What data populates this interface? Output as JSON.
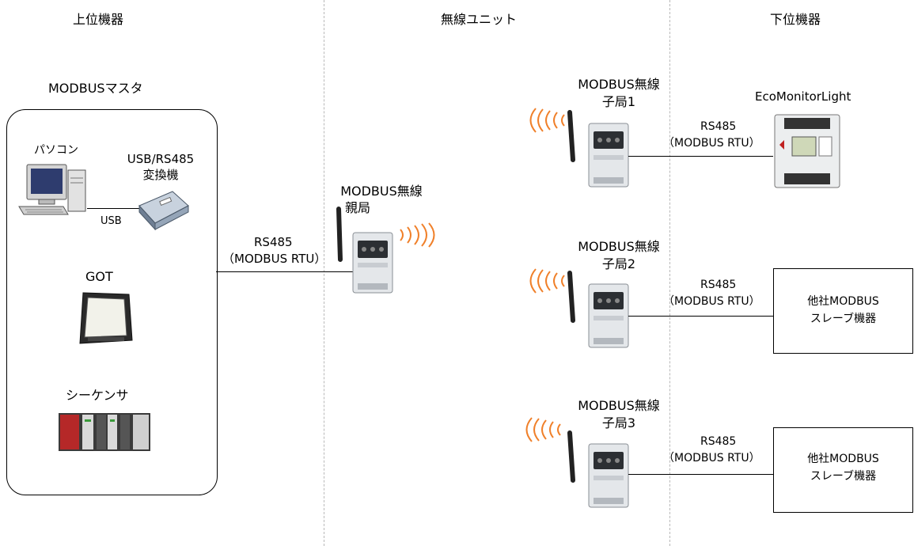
{
  "headers": {
    "host": "上位機器",
    "wireless": "無線ユニット",
    "lower": "下位機器"
  },
  "master": {
    "title": "MODBUSマスタ",
    "pc_label": "パソコン",
    "converter_line1": "USB/RS485",
    "converter_line2": "変換機",
    "usb_label": "USB",
    "got_label": "GOT",
    "plc_label": "シーケンサ"
  },
  "parent_unit": {
    "line1": "MODBUS無線",
    "line2": "親局"
  },
  "host_link": {
    "line1": "RS485",
    "line2": "（MODBUS RTU）"
  },
  "child_units": [
    {
      "line1": "MODBUS無線",
      "line2": "子局1"
    },
    {
      "line1": "MODBUS無線",
      "line2": "子局2"
    },
    {
      "line1": "MODBUS無線",
      "line2": "子局3"
    }
  ],
  "child_links": [
    {
      "line1": "RS485",
      "line2": "（MODBUS RTU）"
    },
    {
      "line1": "RS485",
      "line2": "（MODBUS RTU）"
    },
    {
      "line1": "RS485",
      "line2": "（MODBUS RTU）"
    }
  ],
  "lower_devices": {
    "ecomonitor": "EcoMonitorLight",
    "slave1_line1": "他社MODBUS",
    "slave1_line2": "スレーブ機器",
    "slave2_line1": "他社MODBUS",
    "slave2_line2": "スレーブ機器"
  },
  "colors": {
    "wave": "#f0802a",
    "line": "#000000",
    "divider": "#b8b8b8",
    "unit_body": "#e4e7ea",
    "antenna": "#222222"
  }
}
